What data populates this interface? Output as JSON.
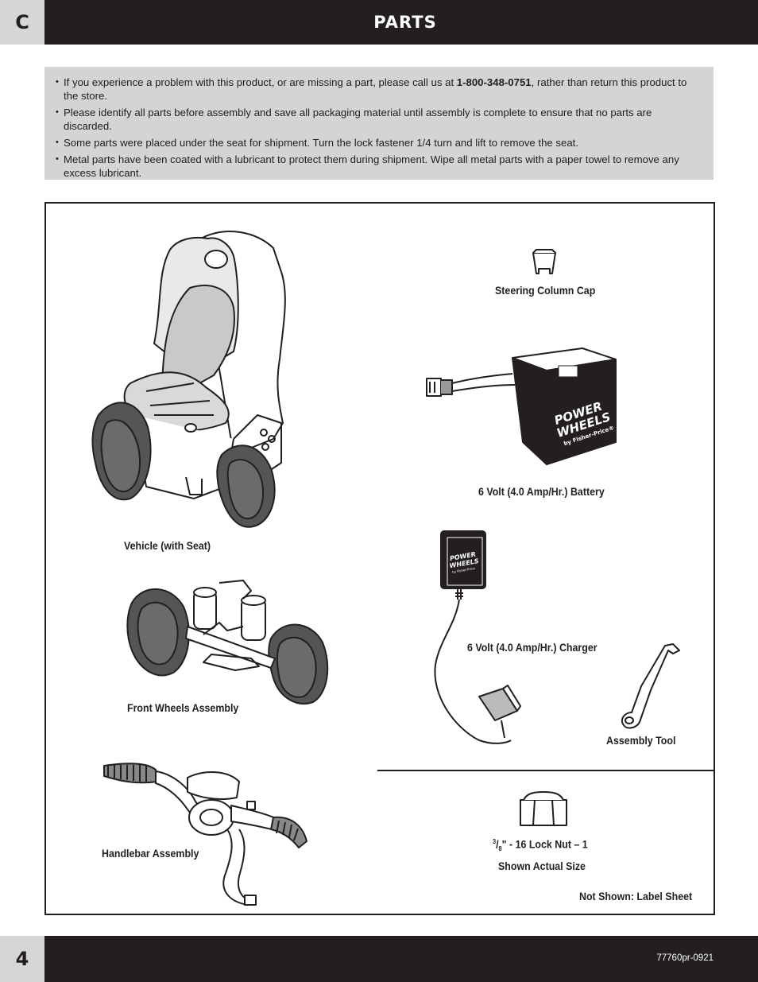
{
  "header": {
    "section_letter": "C",
    "title": "PARTS"
  },
  "notes": {
    "item1_pre": "If you experience a problem with this product, or are missing a part, please call us at ",
    "item1_phone": "1-800-348-0751",
    "item1_post": ", rather than return this product to the store.",
    "item2": "Please identify all parts before assembly and save all packaging material until assembly is complete to ensure that no parts are discarded.",
    "item3": "Some parts were placed under the seat for shipment. Turn the lock fastener 1/4 turn and lift to remove the seat.",
    "item4": "Metal parts have been coated with a lubricant to protect them during shipment. Wipe all metal parts with a paper towel to remove any excess lubricant."
  },
  "parts": {
    "vehicle": "Vehicle (with Seat)",
    "front_wheels": "Front Wheels Assembly",
    "handlebar": "Handlebar Assembly",
    "steering_cap": "Steering Column Cap",
    "battery": "6 Volt (4.0 Amp/Hr.) Battery",
    "battery_brand_1": "POWER",
    "battery_brand_2": "WHEELS",
    "battery_brand_3": "by Fisher-Price®",
    "charger_brand_1": "POWER",
    "charger_brand_2": "WHEELS",
    "charger_brand_3": "by Fisher-Price",
    "charger": "6 Volt (4.0 Amp/Hr.) Charger",
    "assembly_tool": "Assembly Tool",
    "lock_nut_num": "3",
    "lock_nut_den": "8",
    "lock_nut_rest": "\" - 16 Lock Nut – 1",
    "lock_nut_size": "Shown Actual Size",
    "not_shown": "Not Shown: Label Sheet"
  },
  "footer": {
    "page_number": "4",
    "doc_code": "77760pr-0921"
  }
}
